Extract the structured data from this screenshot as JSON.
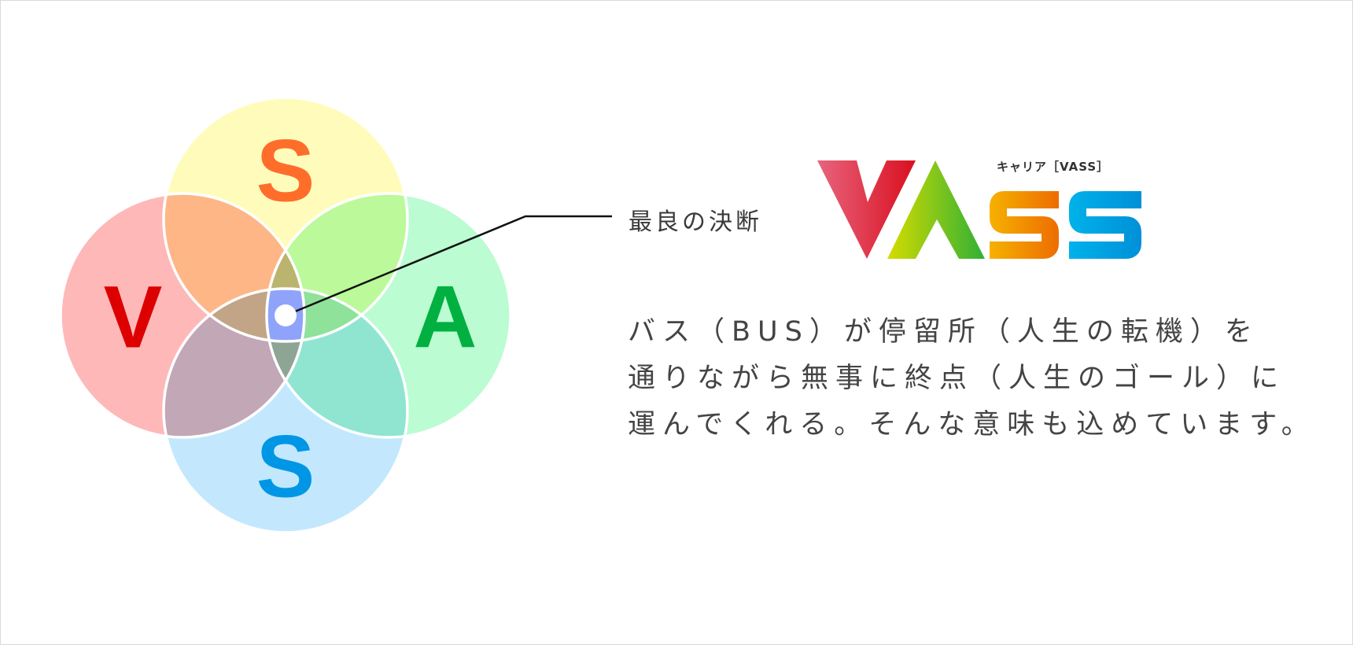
{
  "diagram": {
    "letters": {
      "top": "S",
      "left": "V",
      "right": "A",
      "bottom": "S"
    },
    "colors": {
      "top_circle": "#fffcbb",
      "left_circle": "#feb8b8",
      "right_circle": "#bbfcd2",
      "bottom_circle": "#c3e8fd",
      "center": "#8fa3fb",
      "top_letter": "#ff6d2a",
      "left_letter": "#dd0000",
      "right_letter": "#00b040",
      "bottom_letter": "#0096e6"
    }
  },
  "callout": "最良の決断",
  "logo": {
    "text": "VASS",
    "sublabel": "キャリア［VASS］"
  },
  "description": [
    "バス（BUS）が停留所（人生の転機）を",
    "通りながら無事に終点（人生のゴール）に",
    "運んでくれる。そんな意味も込めています。"
  ]
}
